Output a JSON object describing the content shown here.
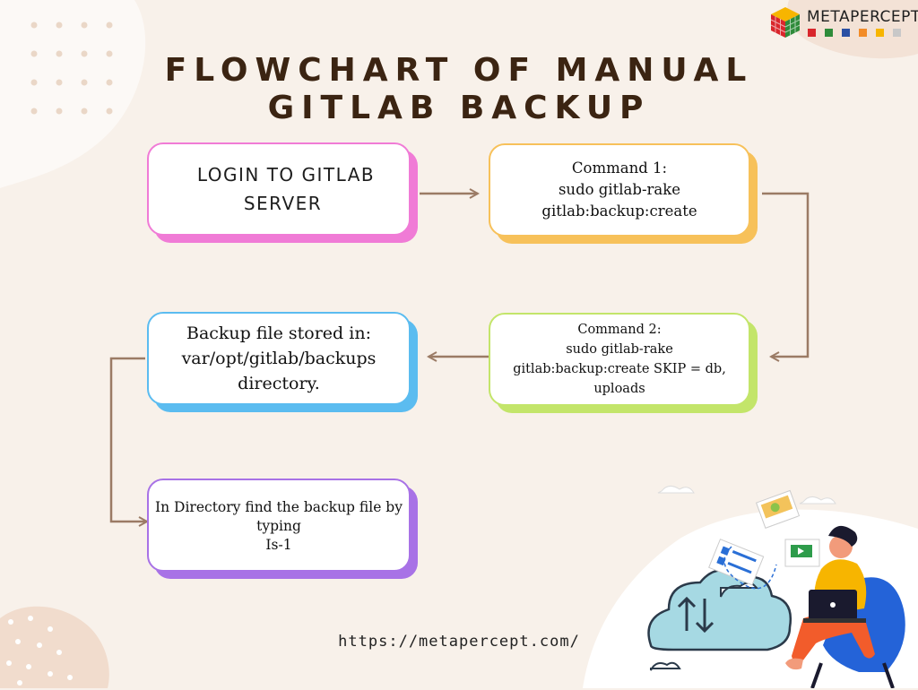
{
  "title_line1": "FLOWCHART OF MANUAL",
  "title_line2": "GITLAB BACKUP",
  "logo": {
    "name": "METAPERCEPT",
    "square_colors": [
      "#d9262c",
      "#2e8b3a",
      "#2a4fa3",
      "#f28c28",
      "#f7b500",
      "#c8c8c8"
    ]
  },
  "nodes": {
    "login": {
      "line1": "LOGIN TO GITLAB",
      "line2": "SERVER",
      "color": "#f07bd6"
    },
    "command1": {
      "line1": "Command 1:",
      "line2": "sudo gitlab-rake",
      "line3": "gitlab:backup:create",
      "color": "#f7c15a"
    },
    "command2": {
      "line1": "Command 2:",
      "line2": "sudo gitlab-rake",
      "line3": "gitlab:backup:create SKIP = db,",
      "line4": "uploads",
      "color": "#c3e56a"
    },
    "stored": {
      "line1": "Backup file stored in:",
      "line2": "var/opt/gitlab/backups",
      "line3": "directory.",
      "color": "#5bbcf0"
    },
    "find": {
      "line1": "In Directory find the backup file by",
      "line2": "typing",
      "line3": "Is-1",
      "color": "#a872e6"
    }
  },
  "connector_color": "#9b7b65",
  "url": "https://metapercept.com/"
}
